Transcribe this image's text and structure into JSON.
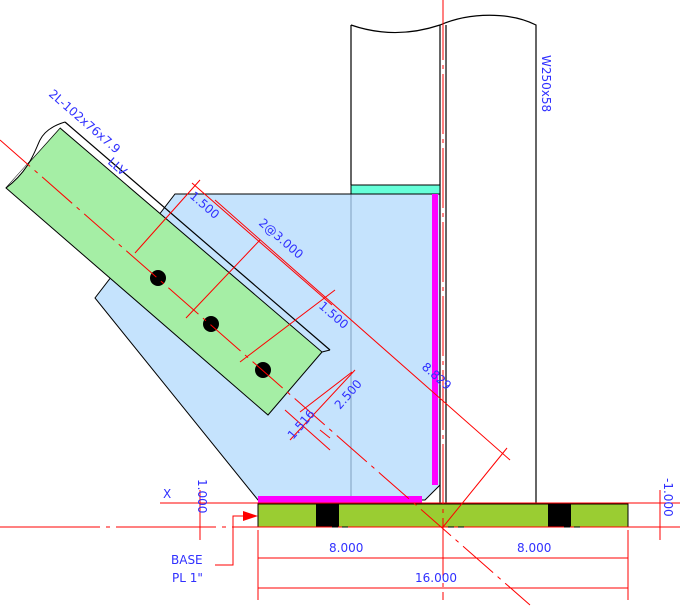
{
  "drawing": {
    "brace_label": "2L-102x76x7.9",
    "brace_orientation": "LLV",
    "column_label": "W250x58",
    "base_plate_label_line1": "BASE",
    "base_plate_label_line2": "PL 1\"",
    "x_marker": "X",
    "dims": {
      "edge_distance_top": "1.500",
      "bolt_spacing": "2@3.000",
      "edge_distance_end": "1.500",
      "work_point_distance": "8.829",
      "gauge": "2.500",
      "edge_gauge": "1.516",
      "plate_offset_left": "1.000",
      "plate_offset_right": "-1.000",
      "half_width_left": "8.000",
      "half_width_right": "8.000",
      "total_width": "16.000"
    }
  },
  "colors": {
    "gusset": "#c5e3fd",
    "brace": "#a5eea5",
    "base_plate": "#9acd32",
    "weld": "#ff00ff",
    "stiffener": "#66ffd9",
    "dimension": "#ff0000",
    "text": "#3030ff"
  }
}
